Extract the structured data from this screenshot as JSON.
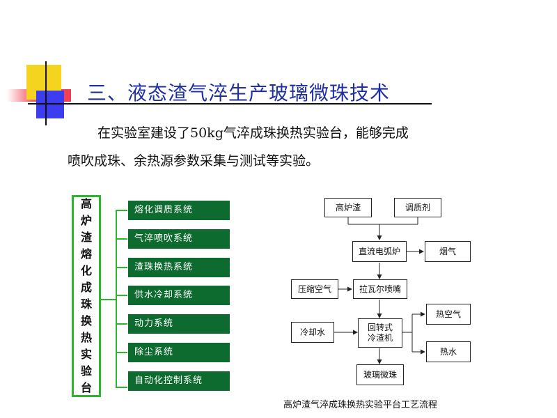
{
  "title": "三、液态渣气淬生产玻璃微珠技术",
  "paragraph": {
    "line1": "在实验室建设了50kg气淬成珠换热实验台，能够完成",
    "line2": "喷吹成珠、余热源参数采集与测试等实验。"
  },
  "system_panel": {
    "vertical_label_chars": [
      "高",
      "炉",
      "渣",
      "熔",
      "化",
      "成",
      "珠",
      "换",
      "热",
      "实",
      "验",
      "台"
    ],
    "subsystems": [
      "熔化调质系统",
      "气淬喷吹系统",
      "渣珠换热系统",
      "供水冷却系统",
      "动力系统",
      "除尘系统",
      "自动化控制系统"
    ]
  },
  "flowchart": {
    "nodes": {
      "slag": "高炉渣",
      "conditioner": "调质剂",
      "arc_furnace": "直流电弧炉",
      "flue_gas": "烟气",
      "compressed_air": "压缩空气",
      "laval_nozzle": "拉瓦尔喷嘴",
      "cooling_water": "冷却水",
      "rotary_cooler": "回转式\n冷渣机",
      "hot_air": "热空气",
      "hot_water": "热水",
      "glass_beads": "玻璃微珠"
    },
    "caption": "高炉渣气淬成珠换热实验平台工艺流程"
  },
  "colors": {
    "title": "#1f2fa3",
    "box_border": "#2db52d",
    "subsystem_fill": "#0e6b30"
  }
}
